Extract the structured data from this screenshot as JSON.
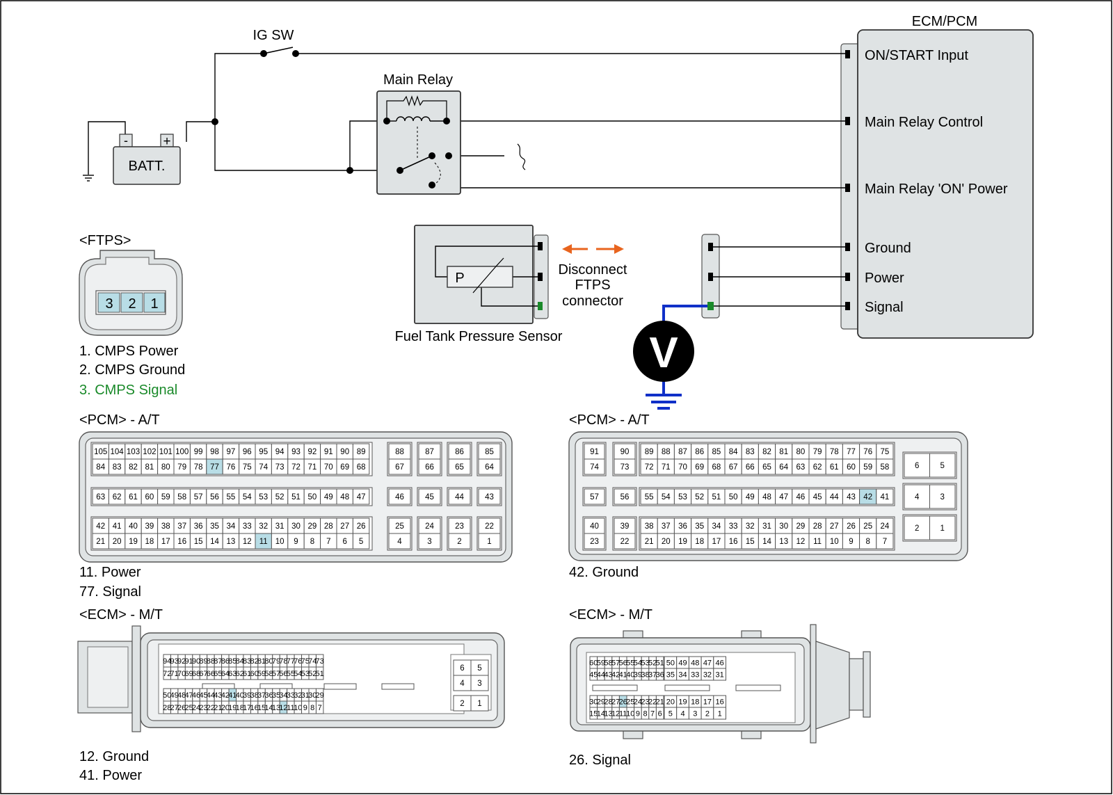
{
  "ecm_pcm": {
    "title": "ECM/PCM",
    "pins": [
      "ON/START Input",
      "Main Relay Control",
      "Main Relay 'ON' Power",
      "Ground",
      "Power",
      "Signal"
    ]
  },
  "circuit": {
    "ig_sw": "IG SW",
    "main_relay": "Main Relay",
    "battery": "BATT.",
    "batt_minus": "-",
    "batt_plus": "+",
    "sensor_name": "Fuel Tank Pressure Sensor",
    "sensor_symbol": "P",
    "disconnect": [
      "Disconnect",
      "FTPS",
      "connector"
    ],
    "meter_symbol": "V"
  },
  "ftps_connector": {
    "title": "<FTPS>",
    "pins": [
      "3",
      "2",
      "1"
    ],
    "legend": [
      "1. CMPS Power",
      "2. CMPS Ground",
      "3. CMPS Signal"
    ]
  },
  "pcm_at_left": {
    "title": "<PCM> - A/T",
    "highlight": [
      "77",
      "11"
    ],
    "legend": [
      "11. Power",
      "77. Signal"
    ]
  },
  "pcm_at_right": {
    "title": "<PCM> - A/T",
    "highlight": [
      "42"
    ],
    "legend": [
      "42. Ground"
    ]
  },
  "ecm_mt_left": {
    "title": "<ECM> - M/T",
    "highlight": [
      "41",
      "12"
    ],
    "legend": [
      "12. Ground",
      "41. Power"
    ]
  },
  "ecm_mt_right": {
    "title": "<ECM> - M/T",
    "highlight": [
      "26"
    ],
    "legend": [
      "26. Signal"
    ]
  },
  "colors": {
    "signal_green": "#1a8a2a",
    "meter_wire_blue": "#1030c8",
    "arrow_orange": "#e8641e",
    "pin_highlight": "#b8dde6"
  }
}
